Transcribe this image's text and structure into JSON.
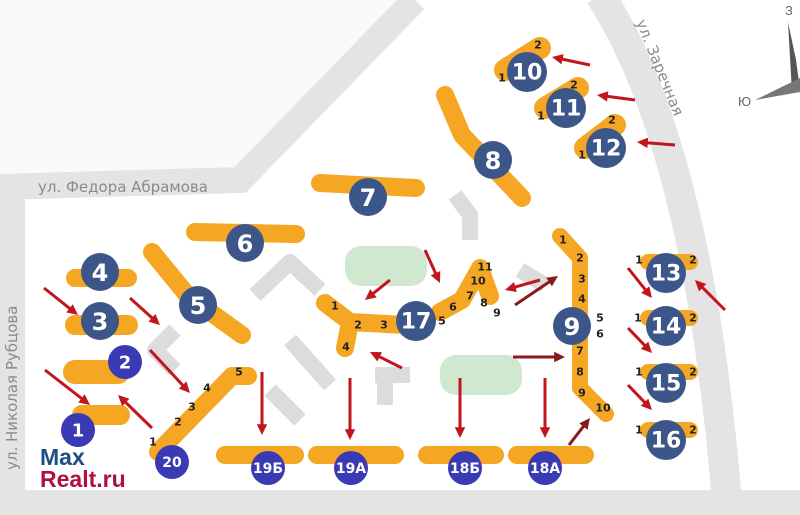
{
  "streets": {
    "left": "ул. Николая Рубцова",
    "top": "ул. Федора Абрамова",
    "right": "ул. Заречная"
  },
  "compass": {
    "north_label": "З",
    "west_label": "Ю"
  },
  "logo": {
    "line1": "Max",
    "line2": "Realt.ru"
  },
  "colors": {
    "building": "#f5a623",
    "marker_dark": "#3d5689",
    "marker_bright": "#3a3ab5",
    "arrow": "#c0161c",
    "road": "#e4e4e4",
    "field": "#cfe8cf"
  },
  "buildings": [
    {
      "label": "1",
      "sections": []
    },
    {
      "label": "2",
      "sections": []
    },
    {
      "label": "3",
      "sections": []
    },
    {
      "label": "4",
      "sections": []
    },
    {
      "label": "5",
      "sections": []
    },
    {
      "label": "6",
      "sections": []
    },
    {
      "label": "7",
      "sections": []
    },
    {
      "label": "8",
      "sections": []
    },
    {
      "label": "9",
      "sections": [
        "1",
        "2",
        "3",
        "4",
        "5",
        "6",
        "7",
        "8",
        "9",
        "10"
      ]
    },
    {
      "label": "10",
      "sections": [
        "1",
        "2"
      ]
    },
    {
      "label": "11",
      "sections": [
        "1",
        "2"
      ]
    },
    {
      "label": "12",
      "sections": [
        "1",
        "2"
      ]
    },
    {
      "label": "13",
      "sections": [
        "1",
        "2"
      ]
    },
    {
      "label": "14",
      "sections": [
        "1",
        "2"
      ]
    },
    {
      "label": "15",
      "sections": [
        "1",
        "2"
      ]
    },
    {
      "label": "16",
      "sections": [
        "1",
        "2"
      ]
    },
    {
      "label": "17",
      "sections": [
        "1",
        "2",
        "3",
        "4",
        "5",
        "6",
        "7",
        "8",
        "9",
        "10",
        "11"
      ]
    },
    {
      "label": "20",
      "sections": [
        "1",
        "2",
        "3",
        "4",
        "5"
      ]
    },
    {
      "label": "19Б",
      "sections": []
    },
    {
      "label": "19А",
      "sections": []
    },
    {
      "label": "18Б",
      "sections": []
    },
    {
      "label": "18А",
      "sections": []
    }
  ]
}
